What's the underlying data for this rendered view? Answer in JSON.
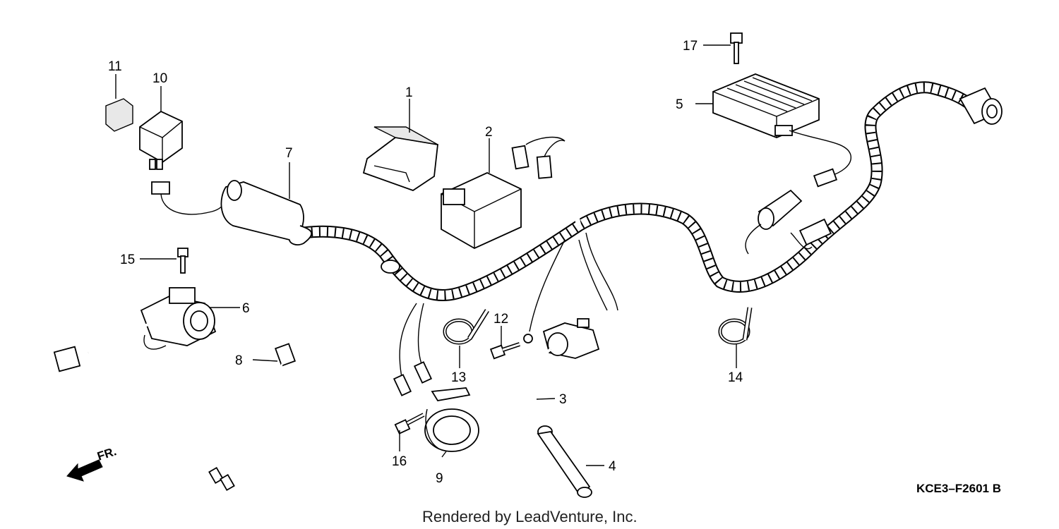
{
  "callouts": [
    "1",
    "2",
    "3",
    "4",
    "5",
    "6",
    "7",
    "8",
    "9",
    "10",
    "11",
    "12",
    "13",
    "14",
    "15",
    "16",
    "17"
  ],
  "direction_label": "FR.",
  "diagram_code": "KCE3–F2601 B",
  "credit": "Rendered by LeadVenture, Inc."
}
